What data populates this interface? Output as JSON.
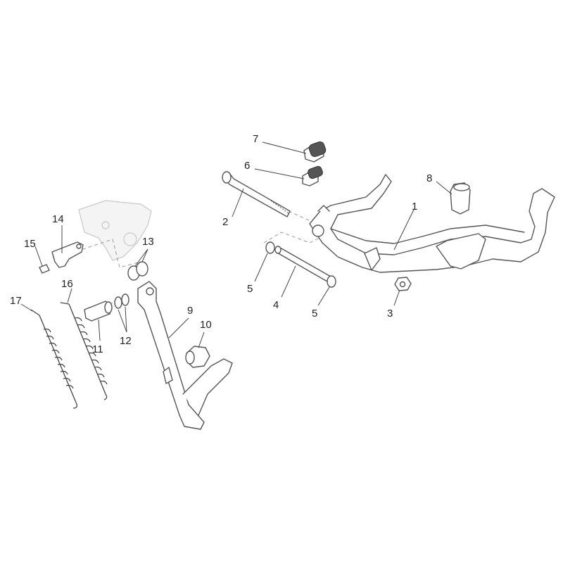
{
  "diagram": {
    "labels": {
      "l1": "1",
      "l2": "2",
      "l3": "3",
      "l4": "4",
      "l5a": "5",
      "l5b": "5",
      "l6": "6",
      "l7": "7",
      "l8": "8",
      "l9": "9",
      "l10": "10",
      "l11": "11",
      "l12": "12",
      "l13": "13",
      "l14": "14",
      "l15": "15",
      "l16": "16",
      "l17": "17"
    }
  }
}
